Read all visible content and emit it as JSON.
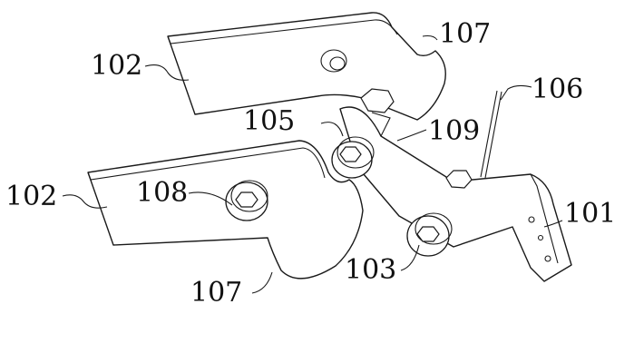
{
  "diagram": {
    "labels": {
      "upper_arm": "102",
      "lower_arm": "102",
      "upper_cam": "107",
      "lower_cam": "107",
      "spring": "106",
      "bracket": "101",
      "bolt_105": "105",
      "bolt_109": "109",
      "bolt_108": "108",
      "bolt_103": "103"
    },
    "colors": {
      "line": "#1a1a1a",
      "background": "#ffffff"
    }
  }
}
